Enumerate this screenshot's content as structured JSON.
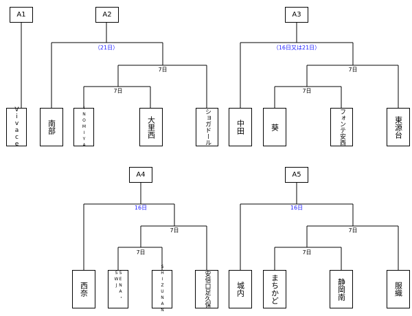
{
  "groups": {
    "a1": {
      "name": "A1",
      "teams": [
        "Vivace"
      ]
    },
    "a2": {
      "name": "A2",
      "final_label": "（21日）",
      "semi_label": "7日",
      "qf_label": "7日",
      "teams": [
        "南部",
        "INOMIYA",
        "大里西",
        "ショガドール"
      ]
    },
    "a3": {
      "name": "A3",
      "final_label": "（16日又は21日）",
      "semi_label": "7日",
      "qf_label": "7日",
      "teams": [
        "中田",
        "葵",
        "フォンテ安西",
        "東源台"
      ]
    },
    "a4": {
      "name": "A4",
      "final_label": "16日",
      "semi_label": "7日",
      "qf_label": "7日",
      "teams": [
        "西奈",
        "SENA・SWJ",
        "SHIZUNAN",
        "安倍口足久保"
      ]
    },
    "a5": {
      "name": "A5",
      "final_label": "16日",
      "semi_label": "7日",
      "qf_label": "7日",
      "teams": [
        "城内",
        "まちかど",
        "静岡南",
        "服織"
      ]
    }
  },
  "colors": {
    "line": "#000000",
    "highlight_label": "#1a1aff"
  }
}
